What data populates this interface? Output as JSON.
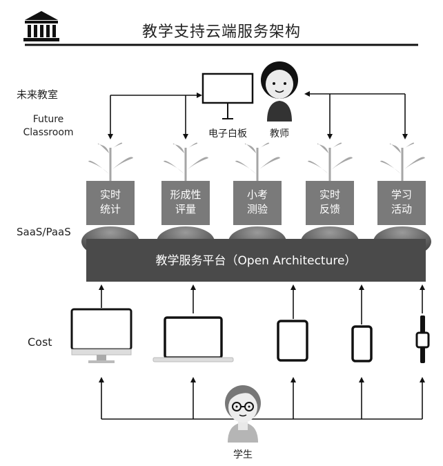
{
  "header": {
    "title": "教学支持云端服务架构"
  },
  "labels": {
    "future_classroom_cn": "未来教室",
    "future_classroom_en_1": "Future",
    "future_classroom_en_2": "Classroom",
    "saas_paas": "SaaS/PaaS",
    "cost": "Cost"
  },
  "top": {
    "whiteboard": "电子白板",
    "teacher": "教师"
  },
  "services": [
    {
      "line1": "实时",
      "line2": "统计"
    },
    {
      "line1": "形成性",
      "line2": "评量"
    },
    {
      "line1": "小考",
      "line2": "测验"
    },
    {
      "line1": "实时",
      "line2": "反馈"
    },
    {
      "line1": "学习",
      "line2": "活动"
    }
  ],
  "platform": {
    "label": "教学服务平台（Open Architecture）"
  },
  "devices": [
    "desktop-monitor",
    "laptop",
    "tablet",
    "smartphone",
    "smartwatch"
  ],
  "bottom": {
    "student": "学生"
  },
  "colors": {
    "platform": "#4a4a4a",
    "service_box": "#7a7a7a",
    "leaf": "#a6a6a6",
    "mound": "#5a5a5a"
  }
}
